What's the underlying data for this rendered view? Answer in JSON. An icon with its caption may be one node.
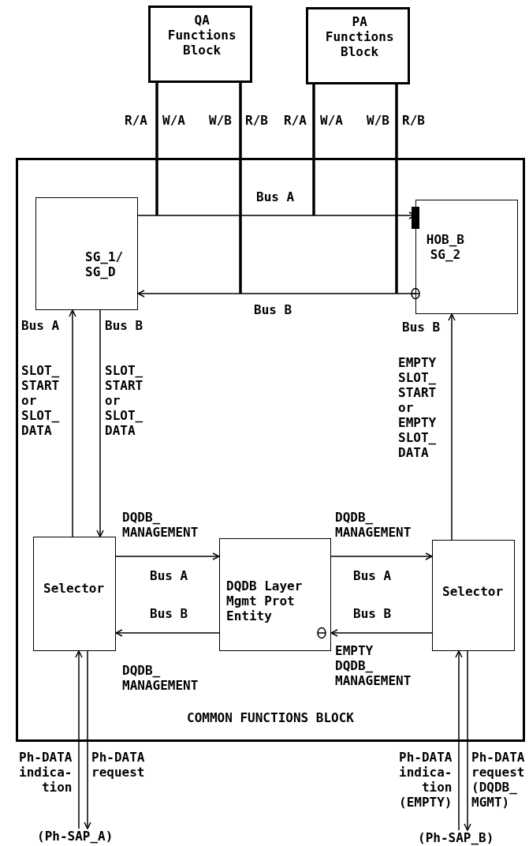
{
  "diagram": {
    "nodes": [
      {
        "text": [
          "COMMON FUNCTIONS BLOCK"
        ]
      },
      {
        "text": [
          "QA Functions Block"
        ]
      },
      {
        "text": [
          "PA Functions Block"
        ]
      },
      {
        "text": [
          "SG_1/ SG_D"
        ],
        "in": 0
      },
      {
        "text": [
          "HOB_B SG_2"
        ],
        "in": 0
      },
      {
        "text": [
          "Selector"
        ],
        "in": 0
      },
      {
        "text": [
          "DQDB Layer Mgmt Prot Entity"
        ],
        "in": 0
      },
      {
        "text": [
          "Selector"
        ],
        "in": 0
      },
      {
        "text": [
          "(Ph-SAP_A)"
        ]
      },
      {
        "text": [
          "(Ph-SAP_B)"
        ]
      }
    ],
    "edges": [
      {
        "from": 1,
        "to": null,
        "arrow": "none",
        "style": "thick"
      },
      {
        "from": 1,
        "to": null,
        "arrow": "none",
        "style": "thick"
      },
      {
        "from": 2,
        "to": null,
        "arrow": "none",
        "style": "thick"
      },
      {
        "from": 2,
        "to": null,
        "arrow": "none",
        "style": "thick"
      },
      {
        "from": 5,
        "to": 3,
        "arrow": "to",
        "label": "Bus A"
      },
      {
        "from": 3,
        "to": 4,
        "arrow": "to",
        "label": "Bus A"
      },
      {
        "from": 4,
        "to": 3,
        "arrow": "to",
        "label": "Bus B"
      },
      {
        "from": 3,
        "to": 5,
        "arrow": "to",
        "label": "Bus B"
      },
      {
        "from": 7,
        "to": 4,
        "arrow": "to",
        "label": "Bus B"
      },
      {
        "from": 5,
        "to": 6,
        "arrow": "to",
        "label": "Bus A"
      },
      {
        "from": 6,
        "to": 7,
        "arrow": "to",
        "label": "Bus A"
      },
      {
        "from": 7,
        "to": 6,
        "arrow": "to",
        "label": "Bus B"
      },
      {
        "from": 6,
        "to": 5,
        "arrow": "to",
        "label": "Bus B"
      },
      {
        "from": 8,
        "to": 5,
        "arrow": "to",
        "label": "Ph-DATA indica- tion"
      },
      {
        "from": 5,
        "to": 8,
        "arrow": "to",
        "label": "Ph-DATA request"
      },
      {
        "from": 9,
        "to": 7,
        "arrow": "to",
        "label": "Ph-DATA indica- tion (EMPTY)"
      },
      {
        "from": 7,
        "to": 9,
        "arrow": "to",
        "label": "Ph-DATA request (DQDB_ MGMT)"
      }
    ],
    "labels": [
      "R/A",
      "W/A",
      "W/B",
      "R/B",
      "R/A",
      "W/A",
      "W/B",
      "R/B",
      "SLOT_ START or SLOT_ DATA",
      "SLOT_ START or SLOT_ DATA",
      "EMPTY SLOT_ START or EMPTY SLOT_ DATA",
      "DQDB_ MANAGEMENT",
      "DQDB_ MANAGEMENT",
      "EMPTY DQDB_ MANAGEMENT",
      "DQDB_ MANAGEMENT"
    ]
  }
}
